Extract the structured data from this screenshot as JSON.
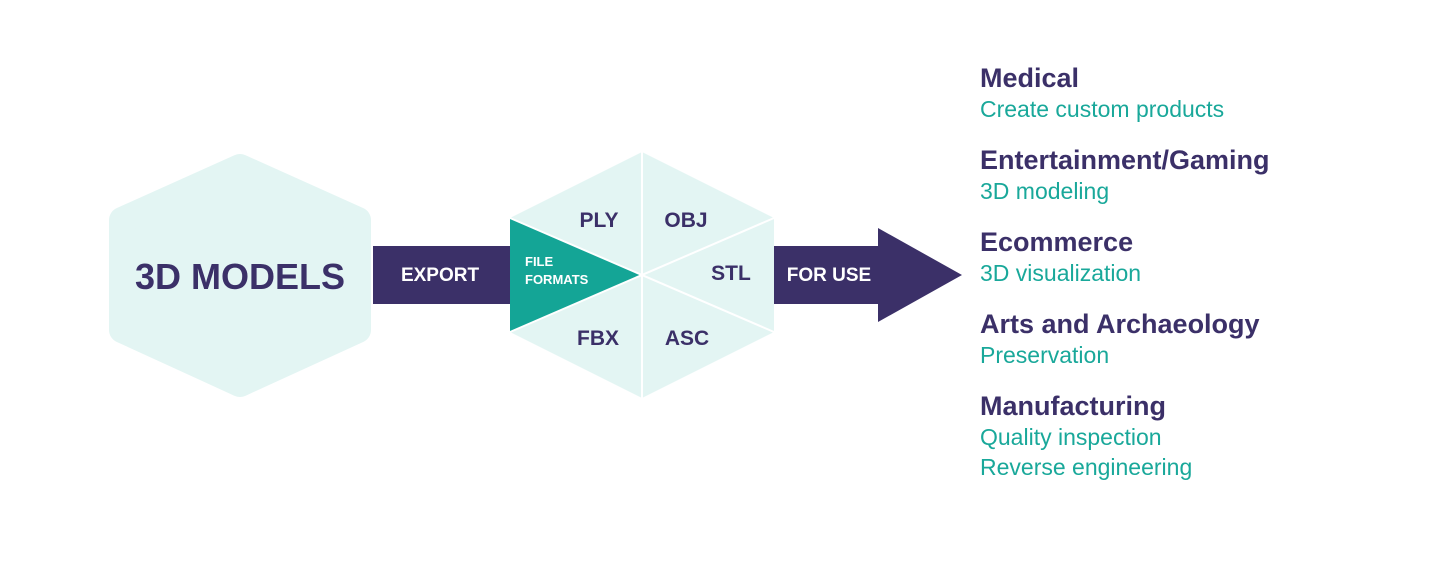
{
  "colors": {
    "hex_fill": "#e3f5f3",
    "purple": "#3b3068",
    "teal": "#14a596",
    "light_teal_text": "#19a89a",
    "white": "#ffffff"
  },
  "source": {
    "label": "3D MODELS"
  },
  "export_arrow": {
    "label": "EXPORT"
  },
  "formats": {
    "center_line1": "FILE",
    "center_line2": "FORMATS",
    "items": [
      "PLY",
      "OBJ",
      "STL",
      "ASC",
      "FBX"
    ]
  },
  "use_arrow": {
    "label": "FOR USE"
  },
  "uses": [
    {
      "title": "Medical",
      "descriptions": [
        "Create custom products"
      ]
    },
    {
      "title": "Entertainment/Gaming",
      "descriptions": [
        "3D modeling"
      ]
    },
    {
      "title": "Ecommerce",
      "descriptions": [
        "3D visualization"
      ]
    },
    {
      "title": "Arts and Archaeology",
      "descriptions": [
        "Preservation"
      ]
    },
    {
      "title": "Manufacturing",
      "descriptions": [
        "Quality inspection",
        "Reverse engineering"
      ]
    }
  ]
}
